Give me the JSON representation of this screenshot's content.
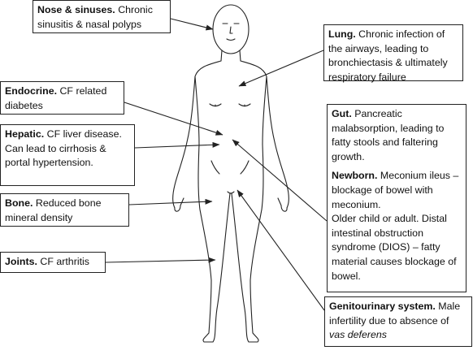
{
  "colors": {
    "line": "#222222",
    "background": "#ffffff",
    "text": "#111111"
  },
  "labels": {
    "nose": {
      "title": "Nose & sinuses.",
      "body": "Chronic sinusitis & nasal polyps"
    },
    "lung": {
      "title": "Lung.",
      "body": "Chronic infection of the airways, leading to bronchiectasis & ultimately respiratory failure"
    },
    "endocrine": {
      "title": "Endocrine.",
      "body": "CF related diabetes"
    },
    "hepatic": {
      "title": "Hepatic.",
      "body": "CF liver disease. Can lead to cirrhosis & portal hypertension."
    },
    "bone": {
      "title": "Bone.",
      "body": "Reduced bone mineral density"
    },
    "joints": {
      "title": "Joints.",
      "body": "CF arthritis"
    },
    "gut": {
      "title": "Gut.",
      "body": "Pancreatic malabsorption, leading to fatty stools and faltering growth."
    },
    "newborn": {
      "title": "Newborn.",
      "body": "Meconium ileus – blockage of bowel with meconium.",
      "older": "Older child or adult. Distal intestinal obstruction syndrome (DIOS) – fatty material causes blockage of bowel."
    },
    "genitourinary": {
      "title": "Genitourinary system.",
      "body": "Male infertility due to absence of",
      "emphasis": "vas deferens"
    }
  }
}
